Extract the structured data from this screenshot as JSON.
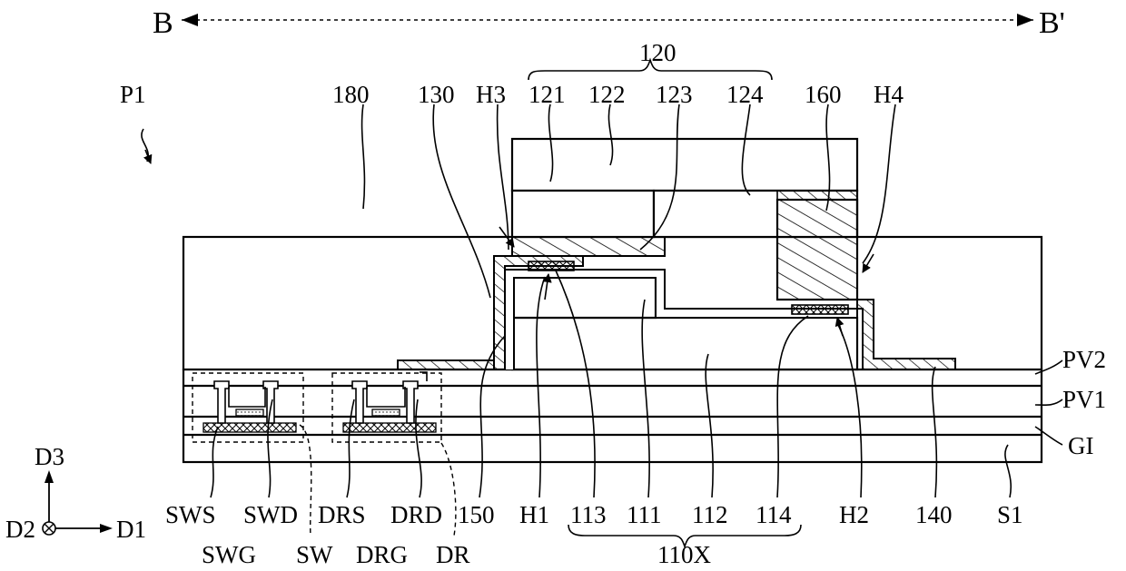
{
  "section": {
    "start": "B",
    "end": "B'"
  },
  "labels": {
    "p1": "P1",
    "l180": "180",
    "l130": "130",
    "h3": "H3",
    "l121": "121",
    "l122": "122",
    "l123": "123",
    "l124": "124",
    "l120": "120",
    "l160": "160",
    "h4": "H4",
    "pv2": "PV2",
    "pv1": "PV1",
    "gi": "GI",
    "s1": "S1",
    "sws": "SWS",
    "swd": "SWD",
    "drs": "DRS",
    "drd": "DRD",
    "l150": "150",
    "h1": "H1",
    "l113": "113",
    "l111": "111",
    "l112": "112",
    "l114": "114",
    "h2": "H2",
    "l140": "140",
    "swg": "SWG",
    "sw": "SW",
    "drg": "DRG",
    "dr": "DR",
    "l110x": "110X"
  },
  "axes": {
    "d3": "D3",
    "d2": "D2",
    "d1": "D1"
  }
}
